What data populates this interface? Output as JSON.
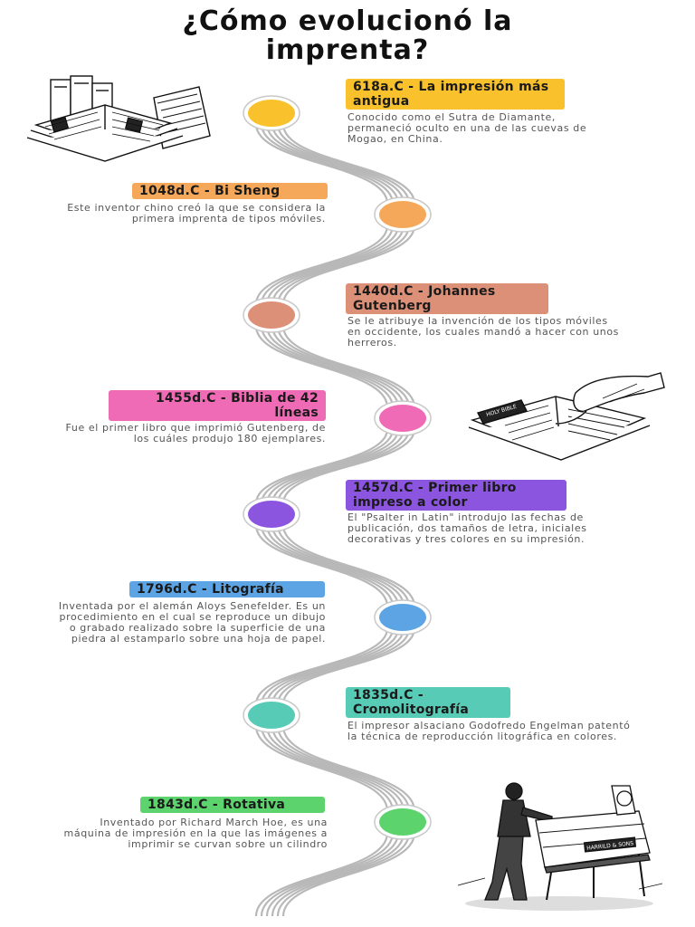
{
  "title": {
    "line1": "¿Cómo evolucionó la",
    "line2": "imprenta?"
  },
  "colors": {
    "yellow": "#f9c12b",
    "orange": "#f5a85a",
    "salmon": "#dc9077",
    "pink": "#ef6bb5",
    "purple": "#8c55e0",
    "blue": "#5ca4e4",
    "teal": "#58cbb6",
    "green": "#5cd36c",
    "road": "#b8b8b8"
  },
  "events": [
    {
      "label": "618a.C - La impresión más antigua",
      "description": "Conocido como el Sutra de Diamante, permaneció oculto en una de las cuevas de Mogao, en China."
    },
    {
      "label": "1048d.C - Bi Sheng",
      "description": "Este inventor chino creó la que se considera la primera imprenta de tipos móviles."
    },
    {
      "label": "1440d.C - Johannes Gutenberg",
      "description": "Se le atribuye la invención de los tipos móviles en occidente, los cuales mandó a hacer con unos herreros."
    },
    {
      "label": "1455d.C - Biblia de 42 líneas",
      "description": "Fue el primer libro que imprimió Gutenberg, de los cuáles produjo 180 ejemplares."
    },
    {
      "label": "1457d.C - Primer libro impreso a color",
      "description": "El \"Psalter in Latin\" introdujo las fechas de publicación, dos tamaños de letra, iniciales decorativas y tres colores en su impresión."
    },
    {
      "label": "1796d.C - Litografía",
      "description": "Inventada por el alemán Aloys Senefelder. Es un procedimiento en el cual se reproduce un dibujo o grabado realizado sobre la superficie de una piedra al estamparlo sobre una hoja de papel."
    },
    {
      "label": "1835d.C - Cromolitografía",
      "description": "El impresor alsaciano Godofredo Engelman patentó la técnica de reproducción litográfica en colores."
    },
    {
      "label": "1843d.C - Rotativa",
      "description": "Inventado por Richard March Hoe, es una máquina de impresión en la que las imágenes a imprimir se curvan sobre un cilindro"
    }
  ],
  "illustrations": {
    "open-book-stack": {
      "icon": "books-illustration"
    },
    "hand-on-book": {
      "icon": "hand-book-illustration",
      "book_text": "HOLY BIBLE"
    },
    "printing-press": {
      "icon": "press-illustration",
      "press_text": "HARRILD & SONS"
    }
  }
}
